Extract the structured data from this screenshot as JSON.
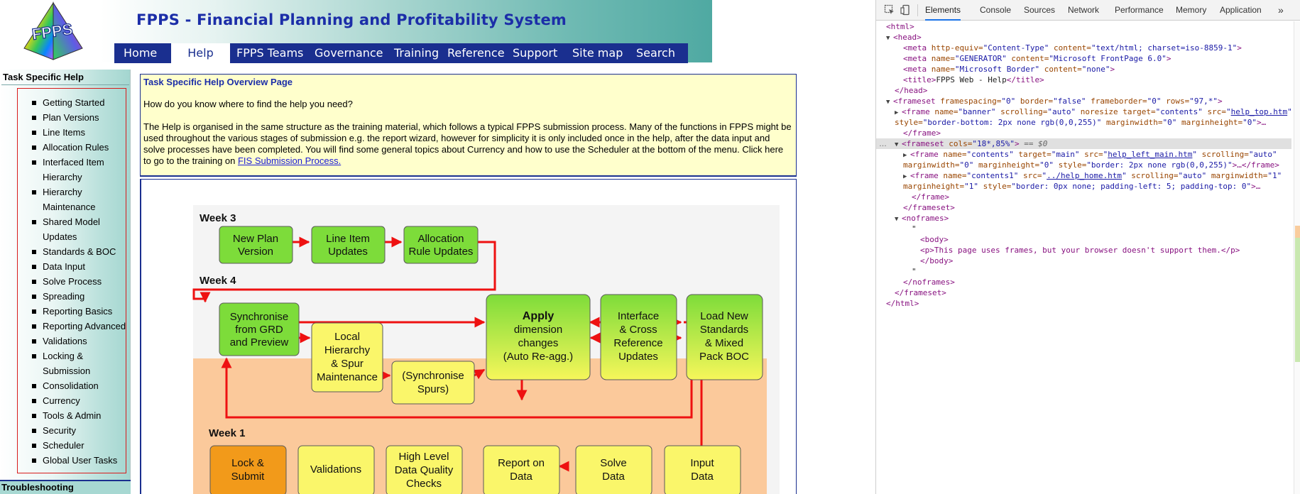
{
  "site": {
    "title": "FPPS - Financial Planning and Profitability System",
    "logo_text": "FPPS",
    "nav": [
      {
        "label": "Home",
        "active": false
      },
      {
        "label": "Help",
        "active": true
      },
      {
        "label": "FPPS Teams",
        "active": false
      },
      {
        "label": "Governance",
        "active": false
      },
      {
        "label": "Training",
        "active": false
      },
      {
        "label": "Reference",
        "active": false
      },
      {
        "label": "Support",
        "active": false
      },
      {
        "label": "Site map",
        "active": false
      },
      {
        "label": "Search",
        "active": false
      }
    ]
  },
  "sidebar": {
    "title": "Task Specific Help",
    "items": [
      {
        "label": "Getting Started"
      },
      {
        "label": "Plan Versions"
      },
      {
        "label": "Line Items"
      },
      {
        "label": "Allocation Rules"
      },
      {
        "label": "Interfaced Item Hierarchy"
      },
      {
        "label": "Hierarchy Maintenance"
      },
      {
        "label": "Shared Model Updates"
      },
      {
        "label": "Standards & BOC"
      },
      {
        "label": "Data Input"
      },
      {
        "label": "Solve Process"
      },
      {
        "label": "Spreading"
      },
      {
        "label": "Reporting Basics"
      },
      {
        "label": "Reporting Advanced"
      },
      {
        "label": "Validations"
      },
      {
        "label": "Locking & Submission"
      },
      {
        "label": "Consolidation"
      },
      {
        "label": "Currency"
      },
      {
        "label": "Tools & Admin"
      },
      {
        "label": "Security"
      },
      {
        "label": "Scheduler"
      },
      {
        "label": "Global User Tasks"
      }
    ],
    "bottom_title": "Troubleshooting"
  },
  "overview": {
    "title": "Task Specific Help Overview Page",
    "question": "How do you know where to find the help you need?",
    "body": "The Help is organised in the same structure as the training material, which follows a typical FPPS submission process. Many of the functions in FPPS might be used throughout the various stages of submission e.g. the report wizard, however for simplicity it is only included once in the help, after the data input and solve processes have been completed. You will find some general topics about Currency and how to use the Scheduler at the bottom of the menu. Click here to go to the training on ",
    "link": "FIS Submission Process."
  },
  "diagram": {
    "weeks": [
      "Week 3",
      "Week 4",
      "Week 1"
    ],
    "boxes": [
      {
        "label": "New Plan Version",
        "color": "green"
      },
      {
        "label": "Line Item Updates",
        "color": "green"
      },
      {
        "label": "Allocation Rule Updates",
        "color": "green"
      },
      {
        "label": "Synchronise from GRD and Preview",
        "color": "green"
      },
      {
        "label": "Local Hierarchy & Spur Maintenance",
        "color": "yellow"
      },
      {
        "label": "(Synchronise Spurs)",
        "color": "yellow"
      },
      {
        "label_bold": "Apply",
        "label": "dimension changes (Auto Re-agg.)",
        "color": "greenyellow"
      },
      {
        "label": "Interface & Cross Reference Updates",
        "color": "greenyellow"
      },
      {
        "label": "Load New Standards & Mixed Pack BOC",
        "color": "greenyellow"
      },
      {
        "label": "Lock & Submit",
        "color": "orange"
      },
      {
        "label": "Validations",
        "color": "yellow"
      },
      {
        "label": "High Level Data Quality Checks",
        "color": "yellow"
      },
      {
        "label": "Report on Data",
        "color": "yellow"
      },
      {
        "label": "Solve Data",
        "color": "yellow"
      },
      {
        "label": "Input Data",
        "color": "yellow"
      }
    ],
    "colors": {
      "green": "#7ddc3a",
      "yellow": "#faf66a",
      "greenyellow": "#c6ef3c",
      "orange": "#f29a1a",
      "arrow": "#ee1111",
      "week1_bg": "#fbc99b"
    }
  },
  "devtools": {
    "tabs": [
      {
        "label": "Elements",
        "active": true
      },
      {
        "label": "Console",
        "active": false
      },
      {
        "label": "Sources",
        "active": false
      },
      {
        "label": "Network",
        "active": false
      },
      {
        "label": "Performance",
        "active": false
      },
      {
        "label": "Memory",
        "active": false
      },
      {
        "label": "Application",
        "active": false
      }
    ],
    "more": "»",
    "code": {
      "html_open": "<html>",
      "head_open": "<head>",
      "meta1": {
        "tag": "meta",
        "attrs": "http-equiv=",
        "v1": "\"Content-Type\"",
        "a2": " content=",
        "v2": "\"text/html; charset=iso-8859-1\""
      },
      "meta2": {
        "attrs": "name=",
        "v1": "\"GENERATOR\"",
        "a2": " content=",
        "v2": "\"Microsoft FrontPage 6.0\""
      },
      "meta3": {
        "attrs": "name=",
        "v1": "\"Microsoft Border\"",
        "a2": " content=",
        "v2": "\"none\""
      },
      "title_text": "FPPS Web - Help",
      "head_close": "</head>",
      "frameset1": {
        "a1": "framespacing=",
        "v1": "\"0\"",
        "a2": " border=",
        "v2": "\"false\"",
        "a3": " frameborder=",
        "v3": "\"0\"",
        "a4": " rows=",
        "v4": "\"97,*\""
      },
      "frame_banner": {
        "a1": "name=",
        "v1": "\"banner\"",
        "a2": " scrolling=",
        "v2": "\"auto\"",
        "a3": " noresize target=",
        "v3": "\"contents\"",
        "a4": " src=",
        "link": "help_top.htm"
      },
      "frame_banner_2": {
        "a1": "style=",
        "v1": "\"border-bottom: 2px none rgb(0,0,255)\"",
        "a2": " marginwidth=",
        "v2": "\"0\"",
        "a3": " marginheight=",
        "v3": "\"0\"",
        "rest": ">…"
      },
      "frame_close": "</frame>",
      "frameset2": {
        "a1": "cols=",
        "v1": "\"18*,85%\"",
        "suffix": " == $0"
      },
      "frame_contents": {
        "a1": "name=",
        "v1": "\"contents\"",
        "a2": " target=",
        "v2": "\"main\"",
        "a3": " src=",
        "link": "help_left_main.htm",
        "a4": " scrolling=",
        "v4": "\"auto\""
      },
      "frame_contents_2": {
        "a1": "marginwidth=",
        "v1": "\"0\"",
        "a2": " marginheight=",
        "v2": "\"0\"",
        "a3": " style=",
        "v3": "\"border: 2px none rgb(0,0,255)\"",
        "rest": ">…</frame>"
      },
      "frame_contents1": {
        "a1": "name=",
        "v1": "\"contents1\"",
        "a2": " src=",
        "link": "../help_home.htm",
        "a3": " scrolling=",
        "v3": "\"auto\"",
        "a4": " marginwidth=",
        "v4": "\"1\""
      },
      "frame_contents1_2": {
        "a1": "marginheight=",
        "v1": "\"1\"",
        "a2": " style=",
        "v2": "\"border: 0px none; padding-left: 5; padding-top: 0\"",
        "rest": ">…"
      },
      "frame_close2": "</frame>",
      "frameset_close": "</frameset>",
      "noframes_open": "<noframes>",
      "quote": "\"",
      "body_open": "<body>",
      "p_text": "<p>This page uses frames, but your browser doesn't support them.</p>",
      "body_close": "</body>",
      "quote2": "\"",
      "noframes_close": "</noframes>",
      "frameset_close2": "</frameset>",
      "html_close": "</html>"
    }
  }
}
